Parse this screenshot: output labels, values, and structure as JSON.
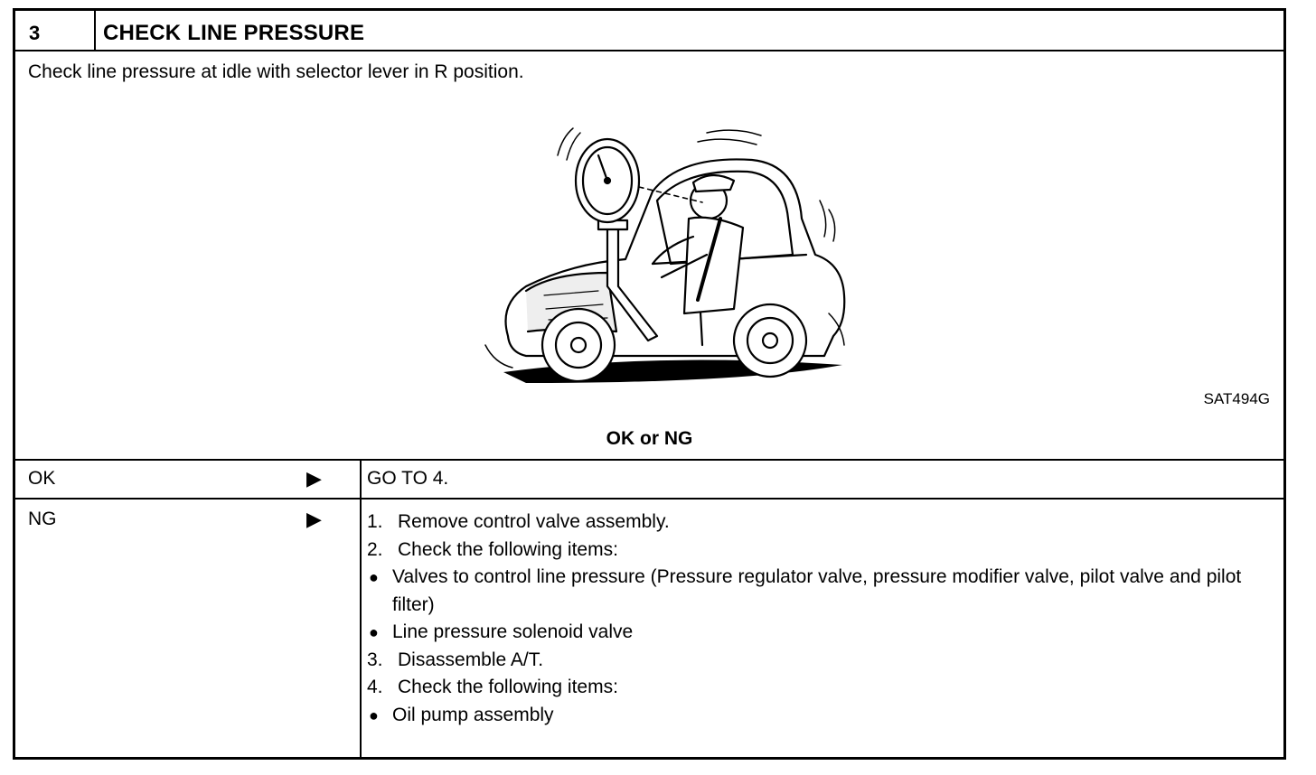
{
  "step": {
    "number": "3",
    "title": "CHECK LINE PRESSURE"
  },
  "instruction": "Check line pressure at idle with selector lever in R position.",
  "figure": {
    "code": "SAT494G",
    "icon": "car-with-pressure-gauge-illustration"
  },
  "result_prompt": "OK or NG",
  "rows": [
    {
      "label": "OK",
      "arrow": "▶",
      "action": "GO TO 4."
    },
    {
      "label": "NG",
      "arrow": "▶",
      "items": [
        {
          "type": "num",
          "n": "1.",
          "text": "Remove control valve assembly."
        },
        {
          "type": "num",
          "n": "2.",
          "text": "Check the following items:"
        },
        {
          "type": "bul",
          "b": "●",
          "text": "Valves to control line pressure (Pressure regulator valve, pressure modifier valve, pilot valve and pilot filter)"
        },
        {
          "type": "bul",
          "b": "●",
          "text": "Line pressure solenoid valve"
        },
        {
          "type": "num",
          "n": "3.",
          "text": "Disassemble A/T."
        },
        {
          "type": "num",
          "n": "4.",
          "text": "Check the following items:"
        },
        {
          "type": "bul",
          "b": "●",
          "text": "Oil pump assembly"
        }
      ]
    }
  ]
}
